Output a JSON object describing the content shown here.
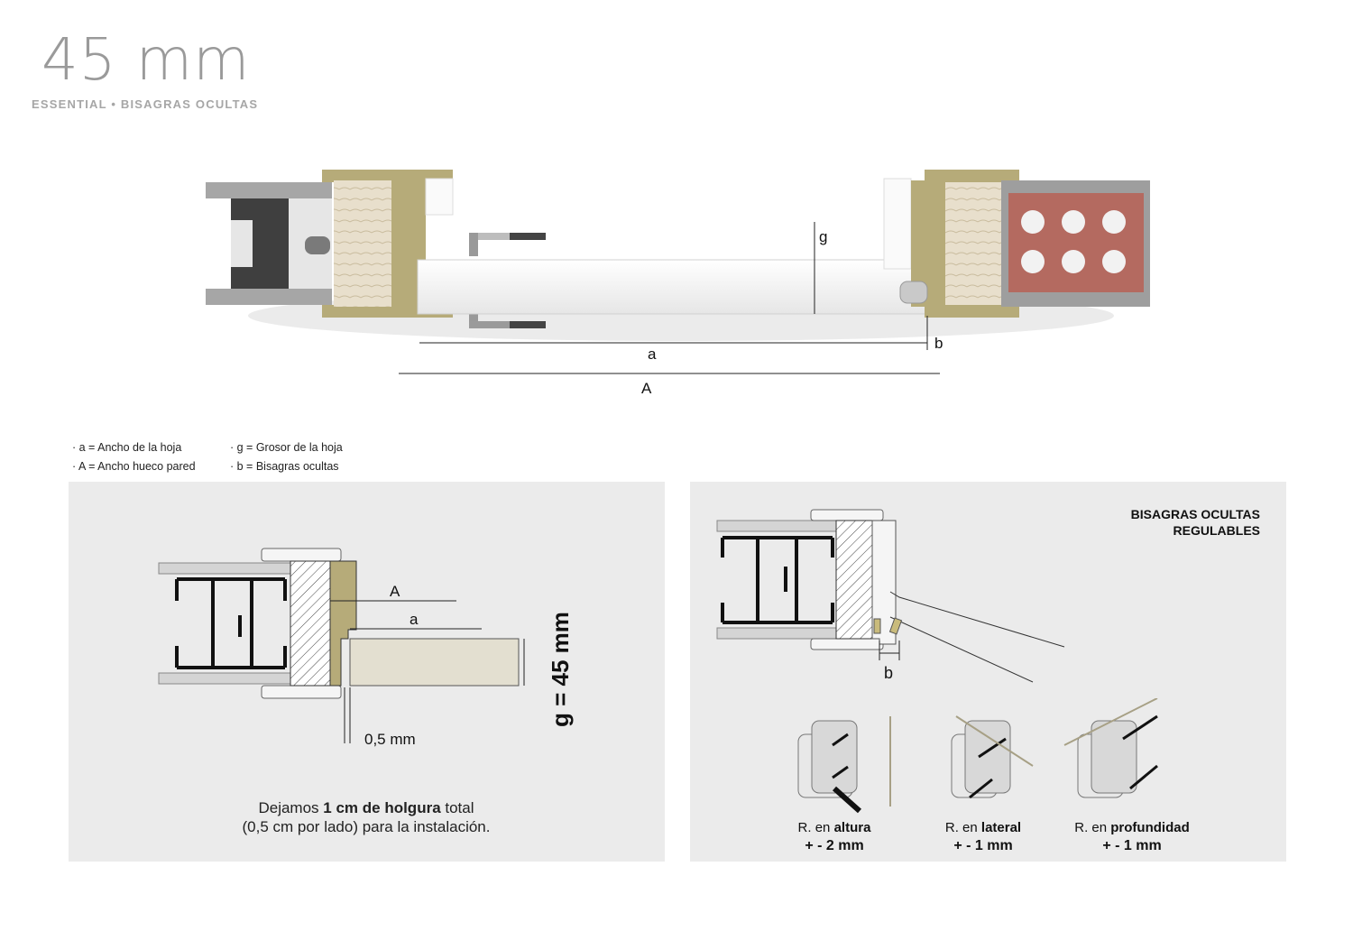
{
  "header": {
    "title": "45 mm",
    "subtitle": "ESSENTIAL • BISAGRAS OCULTAS"
  },
  "top_diagram": {
    "label_g": "g",
    "label_a": "a",
    "label_b": "b",
    "label_A": "A"
  },
  "legend": {
    "items": [
      "· a = Ancho de la hoja",
      "· g = Grosor de la hoja",
      "· A = Ancho hueco pared",
      "· b = Bisagras ocultas"
    ]
  },
  "left_panel": {
    "label_A": "A",
    "label_a": "a",
    "clearance": "0,5 mm",
    "thickness": "g = 45 mm",
    "caption_pre": "Dejamos ",
    "caption_bold": "1 cm de holgura",
    "caption_post": " total",
    "caption_line2": "(0,5 cm por lado) para la instalación."
  },
  "right_panel": {
    "title_line1": "BISAGRAS OCULTAS",
    "title_line2": "REGULABLES",
    "label_b": "b",
    "adjustments": [
      {
        "prefix": "R. en ",
        "name": "altura",
        "value": "+ - 2 mm"
      },
      {
        "prefix": "R. en ",
        "name": "lateral",
        "value": "+ - 1 mm"
      },
      {
        "prefix": "R. en ",
        "name": "profundidad",
        "value": "+ - 1 mm"
      }
    ]
  },
  "colors": {
    "panel_bg": "#ebebeb",
    "mdf": "#b6ab79",
    "brick": "#b46a60",
    "concrete": "#9e9e9e",
    "leaf": "#f4f4f4"
  }
}
